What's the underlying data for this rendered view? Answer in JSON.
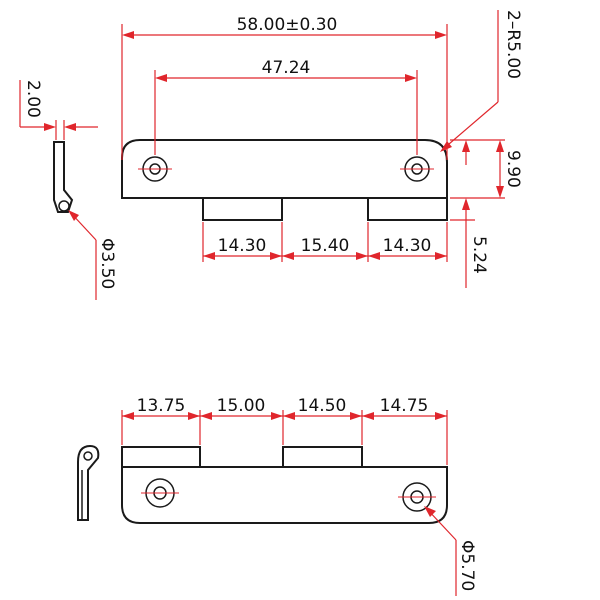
{
  "top_view": {
    "overall_length": "58.00±0.30",
    "hole_spacing": "47.24",
    "corner_radius": "2–R5.00",
    "body_height": "9.90",
    "knuckle_1_width": "14.30",
    "knuckle_2_width": "15.40",
    "knuckle_3_width": "14.30",
    "knuckle_height": "5.24"
  },
  "side_view_top": {
    "thickness": "2.00",
    "pin_diameter": "Φ3.50"
  },
  "bottom_view": {
    "segment_1": "13.75",
    "segment_2": "15.00",
    "segment_3": "14.50",
    "segment_4": "14.75",
    "hole_diameter": "Φ5.70"
  },
  "colors": {
    "outline": "#1a1a1a",
    "dimension": "#e0262c"
  }
}
